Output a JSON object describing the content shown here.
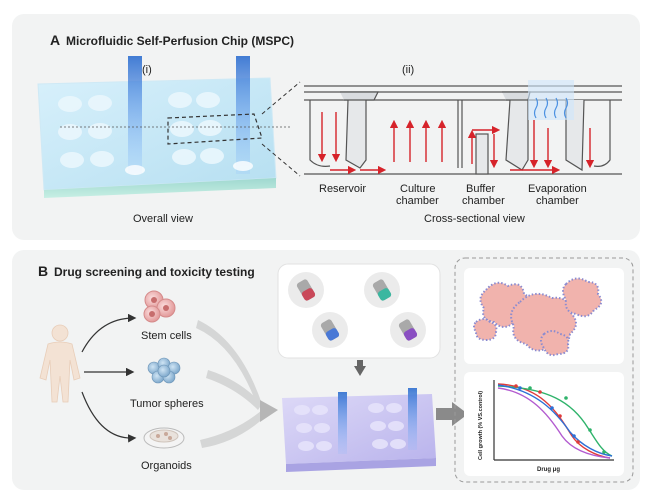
{
  "panel_a": {
    "letter": "A",
    "title": "Microfluidic Self-Perfusion Chip (MSPC)",
    "sub_i": "(i)",
    "sub_ii": "(ii)",
    "overall_view": "Overall view",
    "cross_section_view": "Cross-sectional view",
    "chambers": [
      "Reservoir",
      "Culture",
      "chamber",
      "Buffer",
      "chamber",
      "Evaporation",
      "chamber"
    ]
  },
  "panel_b": {
    "letter": "B",
    "title": "Drug screening and toxicity testing",
    "branches": [
      "Stem cells",
      "Tumor spheres",
      "Organoids"
    ],
    "graph": {
      "ylabel": "Cell growth (% VS.control)",
      "xlabel": "Drug μg"
    }
  },
  "colors": {
    "panel_bg": "#f2f3f3",
    "chip_blue": "#bfe3f4",
    "chip_purple": "#c9c6ef",
    "flow_arrow": "#d6232a",
    "jet_blue": "#3b7fd6",
    "cell_pink": "#e8a7a7",
    "curve_red": "#e03b3b",
    "curve_green": "#2fb36b",
    "curve_blue": "#2d6fd6",
    "curve_purple": "#b35bd0"
  }
}
